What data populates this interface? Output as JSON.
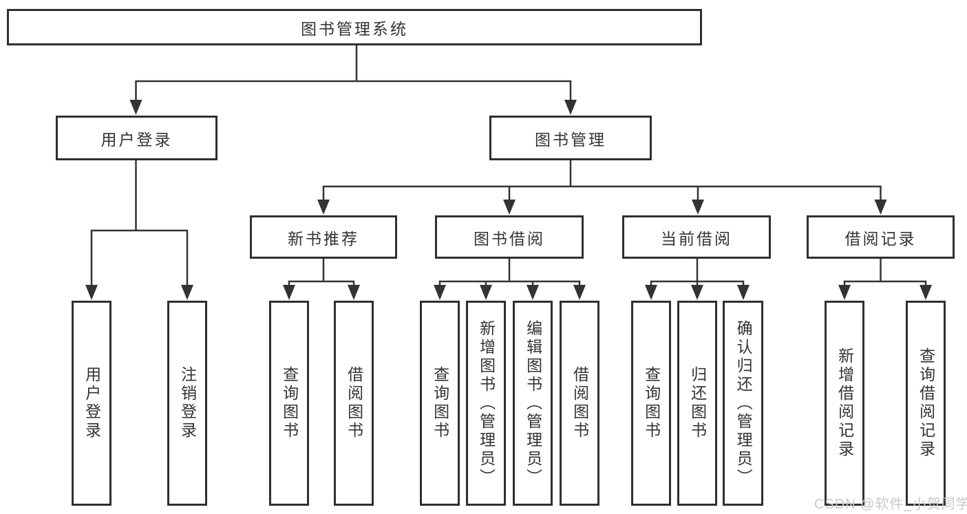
{
  "diagram_title": "图书管理系统",
  "watermark": "CSDN @软件_小贺同学",
  "colors": {
    "line": "#333333",
    "text": "#333333",
    "background": "#ffffff",
    "watermark": "#c9c9c9"
  },
  "tree": {
    "root": {
      "label": "图书管理系统"
    },
    "branches": [
      {
        "label": "用户登录",
        "children": [
          {
            "label": "用户登录"
          },
          {
            "label": "注销登录"
          }
        ]
      },
      {
        "label": "图书管理",
        "children": [
          {
            "label": "新书推荐",
            "children": [
              {
                "label": "查询图书"
              },
              {
                "label": "借阅图书"
              }
            ]
          },
          {
            "label": "图书借阅",
            "children": [
              {
                "label": "查询图书"
              },
              {
                "label": "新增图书（管理员）"
              },
              {
                "label": "编辑图书（管理员）"
              },
              {
                "label": "借阅图书"
              }
            ]
          },
          {
            "label": "当前借阅",
            "children": [
              {
                "label": "查询图书"
              },
              {
                "label": "归还图书"
              },
              {
                "label": "确认归还（管理员）"
              }
            ]
          },
          {
            "label": "借阅记录",
            "children": [
              {
                "label": "新增借阅记录"
              },
              {
                "label": "查询借阅记录"
              }
            ]
          }
        ]
      }
    ]
  }
}
